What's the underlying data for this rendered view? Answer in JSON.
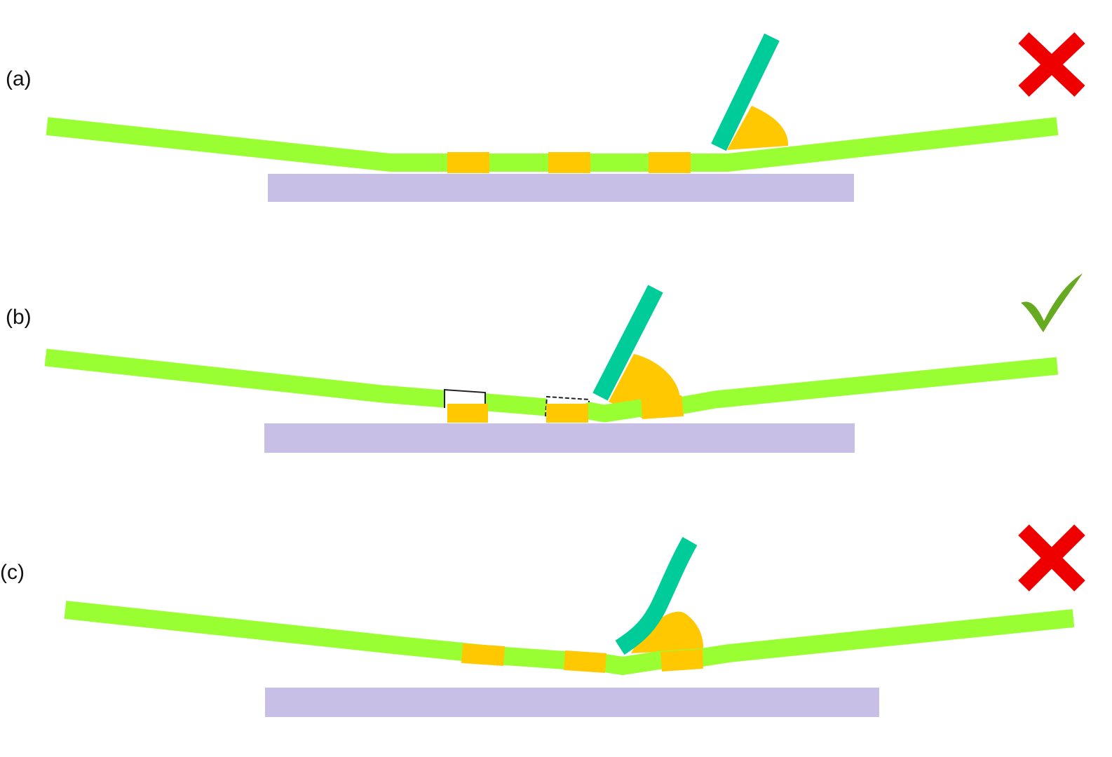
{
  "panels": [
    {
      "label": "(a)",
      "verdict": "incorrect",
      "verdict_icon": "cross-icon"
    },
    {
      "label": "(b)",
      "verdict": "correct",
      "verdict_icon": "check-icon"
    },
    {
      "label": "(c)",
      "verdict": "incorrect",
      "verdict_icon": "cross-icon"
    }
  ],
  "colors": {
    "strip": "#99FF33",
    "substrate": "#C8BFE7",
    "pad": "#FFC800",
    "tool": "#00CC99",
    "cross": "#EE0000",
    "check": "#66AA22",
    "pad_outline": "#222222"
  }
}
